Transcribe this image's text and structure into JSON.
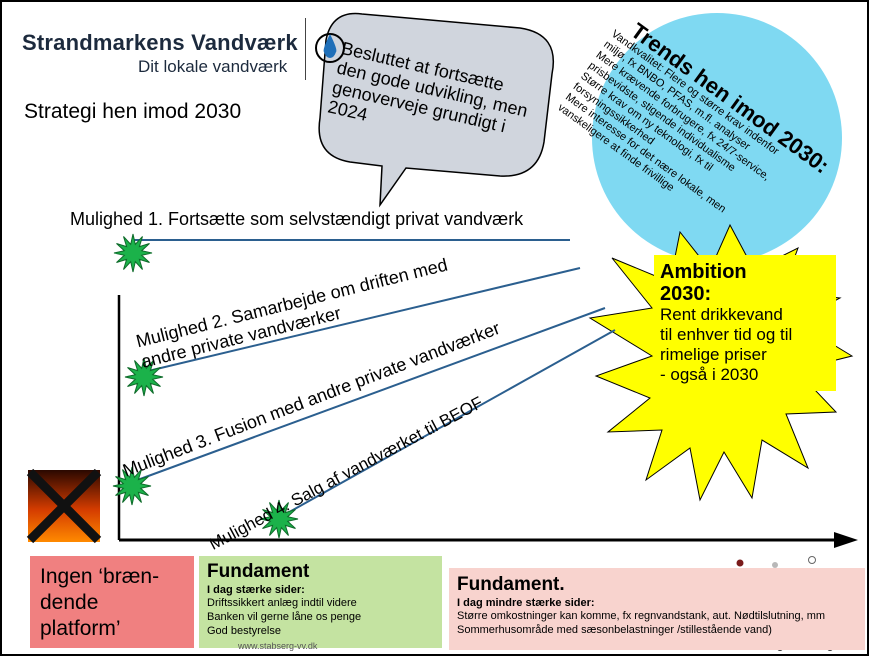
{
  "logo": {
    "title": "Strandmarkens Vandværk",
    "subtitle": "Dit lokale vandværk",
    "icon": "water-drop-icon"
  },
  "heading": "Strategi hen imod 2030",
  "speech_bubble": {
    "text": "Besluttet at fortsætte den gode udvikling, men genoverveje grundigt i 2024"
  },
  "trends": {
    "title": "Trends hen imod 2030:",
    "items": [
      "Vandkvalitet: Flere og større krav indenfor",
      "miljø, fx BNBO, PFAS, m.fl. analyser",
      "Mere krævende forbrugere, fx 24/7-service,",
      "prisbevidste, stigende individualisme",
      "Større krav om ny teknologi, fx til",
      "forsyningssikkerhed",
      "Mere interesse for det nære lokale, men",
      "vanskeligere at finde frivillige"
    ],
    "color": "#7fd9f2"
  },
  "ambition": {
    "title_line1": "Ambition",
    "title_line2": "2030:",
    "body_lines": [
      "Rent drikkevand",
      "til enhver tid og til",
      "rimelige priser",
      "- også i 2030"
    ],
    "burst_color": "#ffff00"
  },
  "options": [
    "Mulighed 1. Fortsætte som selvstændigt privat vandværk",
    "Mulighed 2. Samarbejde om driften med andre private vandværker",
    "Mulighed 3. Fusion med andre private vandværker",
    "Mulighed 4. Salg af vandværket til BEOF"
  ],
  "option2_lines": [
    "Mulighed 2. Samarbejde om driften med",
    "andre private vandværker"
  ],
  "burning_platform": {
    "text_lines": [
      "Ingen ‘bræn-",
      "dende",
      "platform’"
    ],
    "color": "#f08080"
  },
  "strong": {
    "title": "Fundament",
    "subtitle": "I dag stærke sider:",
    "items": [
      "Driftssikkert anlæg indtil videre",
      "Banken vil gerne låne os penge",
      "God bestyrelse"
    ],
    "color": "#c4e3a1"
  },
  "weak": {
    "title": "Fundament.",
    "subtitle": "I dag mindre stærke sider:",
    "items": [
      "Større omkostninger kan komme, fx regnvandstank, aut. Nødtilslutning, mm",
      "Sommerhusområde med sæsonbelastninger /stillestående vand)"
    ],
    "color": "#f8d3ce"
  },
  "footer_url": "www.stabserg-vv.dk",
  "star_color": "#1bb24a"
}
